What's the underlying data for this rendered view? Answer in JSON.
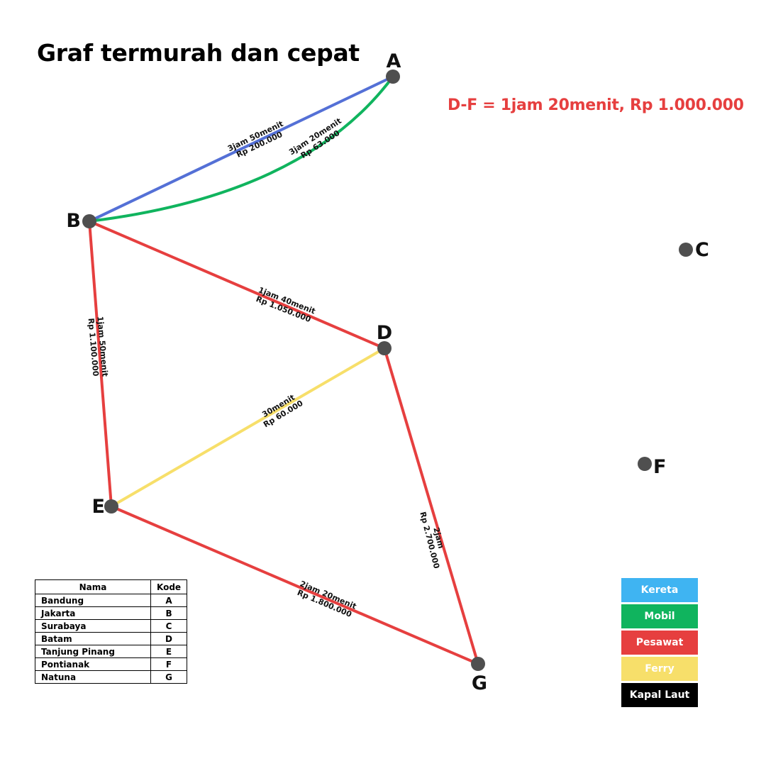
{
  "title": "Graf termurah dan cepat",
  "note": "D-F = 1jam 20menit, Rp 1.000.000",
  "nodes": [
    {
      "id": "A",
      "label": "A"
    },
    {
      "id": "B",
      "label": "B"
    },
    {
      "id": "C",
      "label": "C"
    },
    {
      "id": "D",
      "label": "D"
    },
    {
      "id": "E",
      "label": "E"
    },
    {
      "id": "F",
      "label": "F"
    },
    {
      "id": "G",
      "label": "G"
    }
  ],
  "edges": [
    {
      "from": "B",
      "to": "A",
      "mode": "Kereta",
      "color": "#5470d6",
      "time": "3jam 50menit",
      "cost": "Rp 200.000"
    },
    {
      "from": "B",
      "to": "A",
      "mode": "Mobil",
      "color": "#10b45e",
      "time": "3jam 20menit",
      "cost": "Rp 63.000"
    },
    {
      "from": "B",
      "to": "D",
      "mode": "Pesawat",
      "color": "#e63f3f",
      "time": "1jam 40menit",
      "cost": "Rp 1.050.000"
    },
    {
      "from": "B",
      "to": "E",
      "mode": "Pesawat",
      "color": "#e63f3f",
      "time": "1jam 50menit",
      "cost": "Rp 1.100.000"
    },
    {
      "from": "E",
      "to": "D",
      "mode": "Ferry",
      "color": "#f7df6a",
      "time": "30menit",
      "cost": "Rp 60.000"
    },
    {
      "from": "D",
      "to": "G",
      "mode": "Pesawat",
      "color": "#e63f3f",
      "time": "2jam",
      "cost": "Rp 2.700.000"
    },
    {
      "from": "E",
      "to": "G",
      "mode": "Pesawat",
      "color": "#e63f3f",
      "time": "2jam 20menit",
      "cost": "Rp 1.800.000"
    }
  ],
  "table": {
    "headers": [
      "Nama",
      "Kode"
    ],
    "rows": [
      [
        "Bandung",
        "A"
      ],
      [
        "Jakarta",
        "B"
      ],
      [
        "Surabaya",
        "C"
      ],
      [
        "Batam",
        "D"
      ],
      [
        "Tanjung Pinang",
        "E"
      ],
      [
        "Pontianak",
        "F"
      ],
      [
        "Natuna",
        "G"
      ]
    ]
  },
  "legend": [
    {
      "label": "Kereta",
      "color": "#3fb4f2",
      "text_color": "#ffffff"
    },
    {
      "label": "Mobil",
      "color": "#10b45e",
      "text_color": "#ffffff"
    },
    {
      "label": "Pesawat",
      "color": "#e63f3f",
      "text_color": "#ffffff"
    },
    {
      "label": "Ferry",
      "color": "#f7df6a",
      "text_color": "#ffffff"
    },
    {
      "label": "Kapal Laut",
      "color": "#000000",
      "text_color": "#ffffff"
    }
  ],
  "colors": {
    "node": "#4f4f4f",
    "note": "#e63f3f"
  }
}
